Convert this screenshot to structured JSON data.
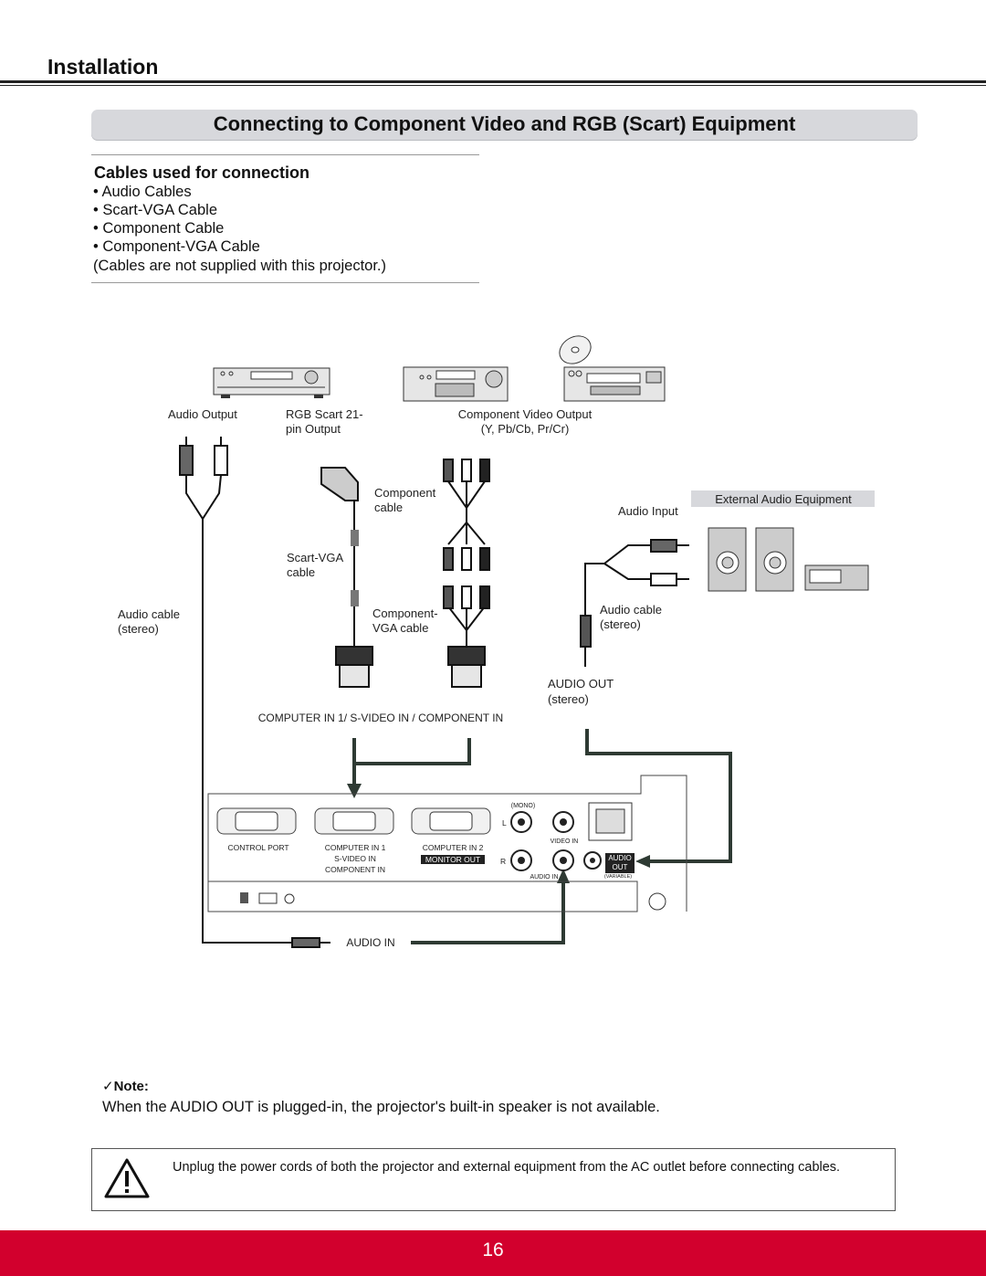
{
  "header": {
    "section": "Installation",
    "title": "Connecting to Component Video and RGB (Scart) Equipment"
  },
  "cables": {
    "heading": "Cables used for connection",
    "items": [
      "• Audio Cables",
      "• Scart-VGA Cable",
      "• Component Cable",
      "• Component-VGA Cable"
    ],
    "note": "(Cables are not supplied with this projector.)"
  },
  "diagram": {
    "labels": {
      "audio_output": "Audio Output",
      "rgb_scart_1": "RGB Scart 21-",
      "rgb_scart_2": "pin Output",
      "component_video_output": "Component Video Output",
      "component_video_sub": "(Y, Pb/Cb, Pr/Cr)",
      "component_cable_1": "Component",
      "component_cable_2": "cable",
      "scart_vga_1": "Scart-VGA",
      "scart_vga_2": "cable",
      "audio_cable_left_1": "Audio cable",
      "audio_cable_left_2": "(stereo)",
      "component_vga_1": "Component-",
      "component_vga_2": "VGA cable",
      "external_audio": "External Audio Equipment",
      "audio_input": "Audio Input",
      "audio_cable_right_1": "Audio cable",
      "audio_cable_right_2": "(stereo)",
      "audio_out": "AUDIO  OUT",
      "audio_out_sub": "(stereo)",
      "computer_in": "COMPUTER IN 1/ S-VIDEO IN / COMPONENT IN",
      "audio_in": "AUDIO IN"
    },
    "panel": {
      "control_port": "CONTROL PORT",
      "computer_in_1": "COMPUTER IN 1",
      "s_video_in": "S-VIDEO IN",
      "component_in": "COMPONENT IN",
      "computer_in_2": "COMPUTER IN 2",
      "monitor_out": "MONITOR OUT",
      "mono": "(MONO)",
      "l": "L",
      "r": "R",
      "video_in": "VIDEO IN",
      "audio_in_port": "AUDIO IN",
      "audio_word": "AUDIO",
      "out_word": "OUT",
      "variable": "(VARIABLE)"
    }
  },
  "note": {
    "heading": "✓Note:",
    "text": "When the AUDIO OUT is plugged-in, the projector's built-in speaker is not available."
  },
  "warning": {
    "text": "Unplug the power cords of both the projector and external equipment from the AC outlet before connecting cables."
  },
  "footer": {
    "page_number": "16",
    "color": "#d2002d"
  }
}
